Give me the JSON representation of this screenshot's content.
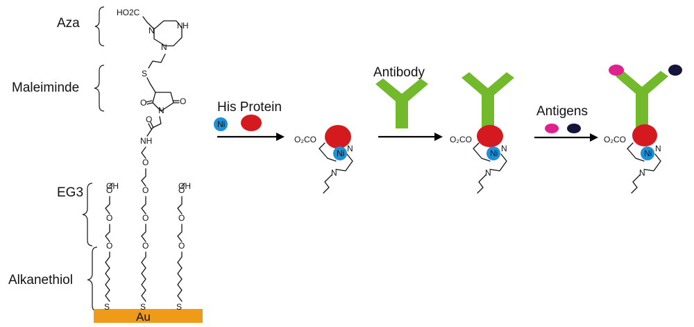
{
  "labels": {
    "aza": "Aza",
    "maleimide": "Maleiminde",
    "eg3": "EG3",
    "alkanethiol": "Alkanethiol"
  },
  "surface": {
    "label": "Au",
    "color": "#f09a1a"
  },
  "chem": {
    "ho2c": "HO2C",
    "n": "N",
    "nh": "H",
    "s": "S",
    "o": "O",
    "nh_amide": "NH",
    "oh": "OH",
    "o2co": "O₂CO",
    "ni": "Ni"
  },
  "steps": [
    {
      "label": "His Protein"
    },
    {
      "label": "Antibody"
    },
    {
      "label": "Antigens"
    }
  ],
  "colors": {
    "ni": "#1e90d8",
    "protein": "#d41a1f",
    "antibody": "#72b92c",
    "antigen_magenta": "#e0208c",
    "antigen_navy": "#14143c",
    "arrow": "#000000"
  }
}
